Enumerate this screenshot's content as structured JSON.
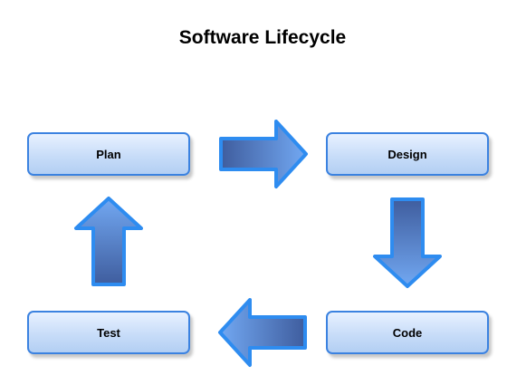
{
  "diagram": {
    "title": "Software Lifecycle",
    "nodes": [
      {
        "id": "plan",
        "label": "Plan"
      },
      {
        "id": "design",
        "label": "Design"
      },
      {
        "id": "code",
        "label": "Code"
      },
      {
        "id": "test",
        "label": "Test"
      }
    ],
    "edges": [
      {
        "from": "plan",
        "to": "design"
      },
      {
        "from": "design",
        "to": "code"
      },
      {
        "from": "code",
        "to": "test"
      },
      {
        "from": "test",
        "to": "plan"
      }
    ],
    "colors": {
      "node_border": "#3b82e0",
      "node_fill_top": "#e8f1ff",
      "node_fill_bottom": "#b3cff3",
      "arrow_stroke": "#2e8cf0",
      "arrow_fill_dark": "#4565a8",
      "arrow_fill_light": "#6aa2f0"
    }
  }
}
